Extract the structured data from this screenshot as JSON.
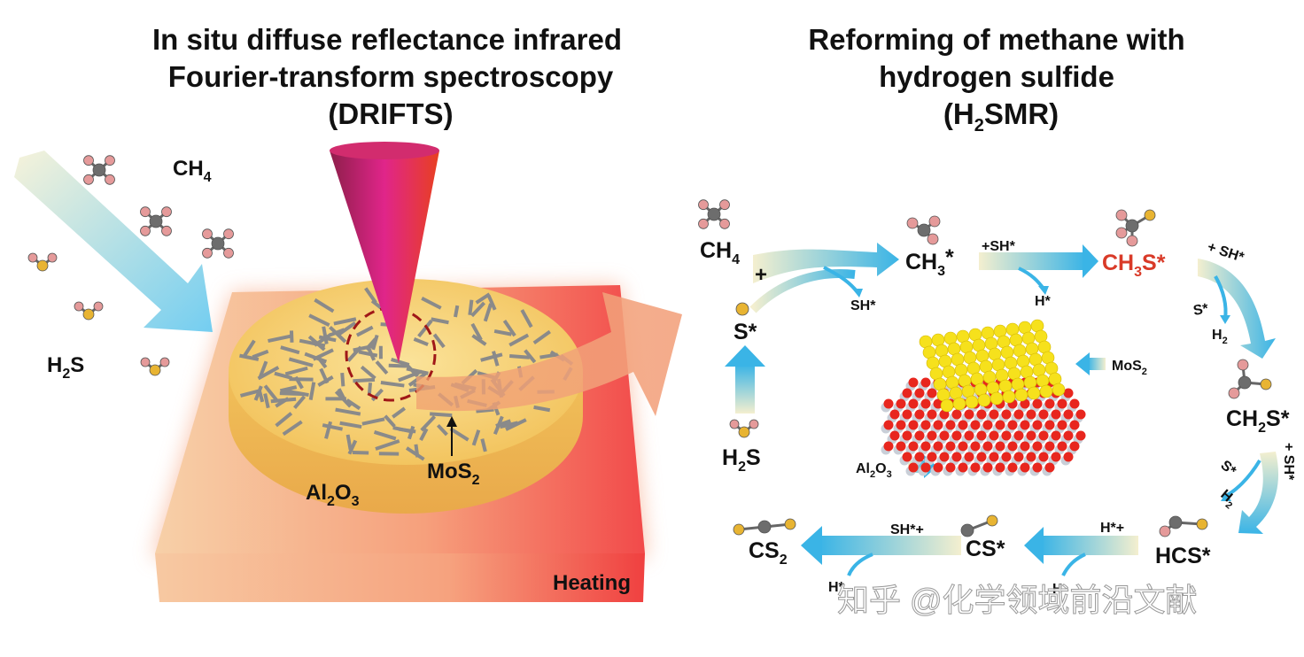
{
  "left": {
    "title_lines": [
      "In situ diffuse reflectance infrared",
      "Fourier-transform spectroscopy",
      "(DRIFTS)"
    ],
    "ch4": {
      "base": "CH",
      "sub": "4"
    },
    "h2s": {
      "a": "H",
      "sub": "2",
      "b": "S"
    },
    "mos2": {
      "base": "MoS",
      "sub": "2"
    },
    "al2o3": {
      "a": "Al",
      "sub1": "2",
      "b": "O",
      "sub2": "3"
    },
    "heating": "Heating"
  },
  "right": {
    "title_lines": [
      "Reforming of methane with",
      "hydrogen sulfide"
    ],
    "abbr": {
      "a": "(H",
      "sub": "2",
      "b": "SMR)"
    },
    "ch4": {
      "base": "CH",
      "sub": "4"
    },
    "plus": "+",
    "s_star": "S*",
    "h2s": {
      "a": "H",
      "sub": "2",
      "b": "S"
    },
    "ch3": {
      "base": "CH",
      "sub": "3",
      "star": "*"
    },
    "sh_out": "SH*",
    "plus_sh": "+SH*",
    "h_out": "H*",
    "ch3s": {
      "a": "CH",
      "sub": "3",
      "b": "S*"
    },
    "step3_in": "+ SH*",
    "step3_s": "S*",
    "step3_h2": {
      "base": "H",
      "sub": "2"
    },
    "ch2s": {
      "a": "CH",
      "sub": "2",
      "b": "S*"
    },
    "step4_in": "+ SH*",
    "step4_s": "S*",
    "step4_h2": {
      "base": "H",
      "sub": "2"
    },
    "hcs": "HCS*",
    "h_plus": "H*+",
    "cs_star": "CS*",
    "sh_plus": "SH*+",
    "cs2": {
      "base": "CS",
      "sub": "2"
    },
    "h_bottom_1": "H*",
    "h_bottom_2": "H",
    "mos2_label": {
      "base": "MoS",
      "sub": "2"
    },
    "al2o3_label": {
      "a": "Al",
      "sub1": "2",
      "b": "O",
      "sub2": "3"
    }
  },
  "watermark": "知乎 @化学领域前沿文献",
  "colors": {
    "arrow_blue": "#3ab4e6",
    "arrow_cream": "#f4efcf",
    "accent_red": "#d93a28",
    "plate_red": "#f24a4a",
    "plate_peach": "#f6c49a",
    "disc_yellow": "#f6cf6e",
    "cone_magenta": "#c8246e"
  }
}
